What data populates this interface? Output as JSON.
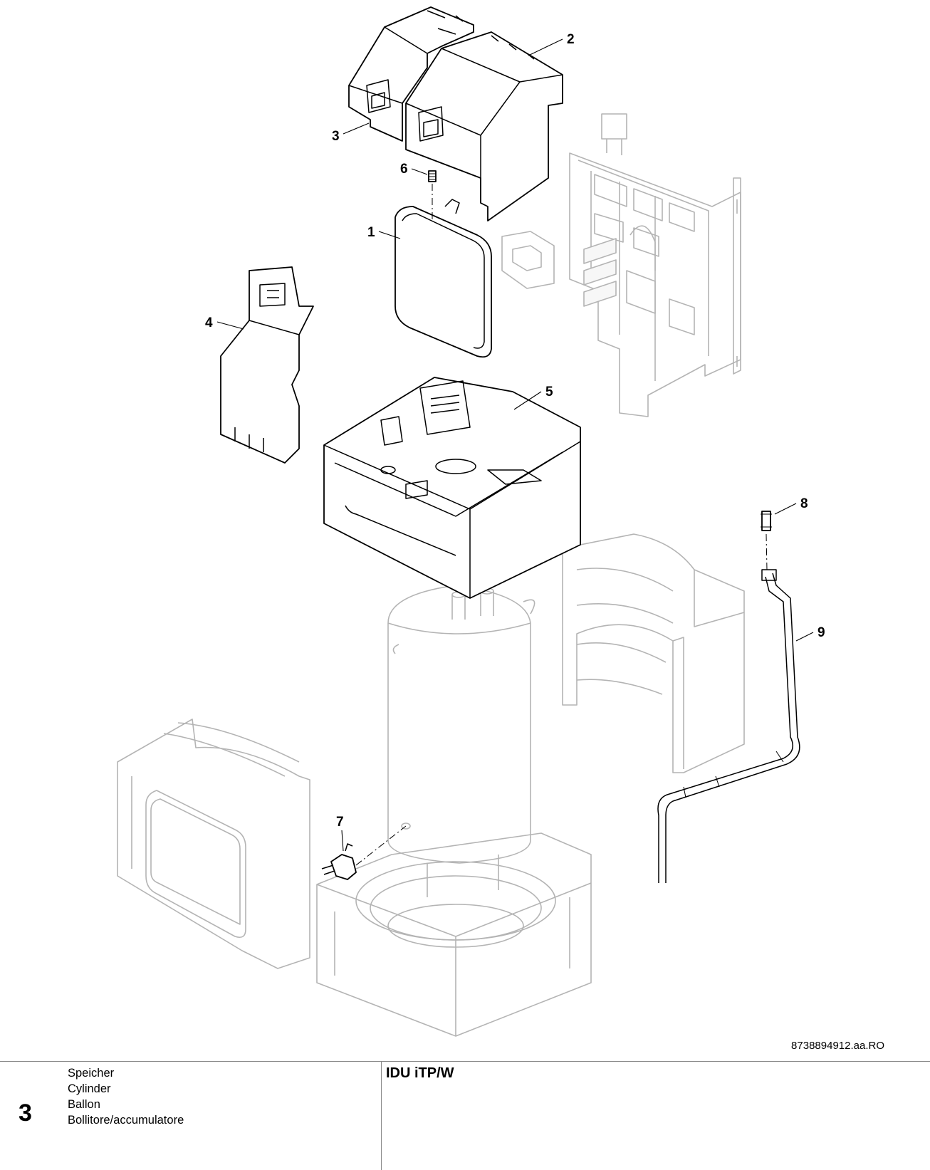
{
  "drawing": {
    "callouts": [
      "1",
      "2",
      "3",
      "4",
      "5",
      "6",
      "7",
      "8",
      "9"
    ],
    "drawing_code": "8738894912.aa.RO"
  },
  "footer": {
    "section_number": "3",
    "section_names": [
      "Speicher",
      "Cylinder",
      "Ballon",
      "Bollitore/accumulatore"
    ],
    "product_code": "IDU iTP/W"
  }
}
